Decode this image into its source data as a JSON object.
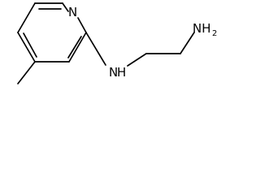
{
  "molecule": {
    "ring_nitrogen": "N",
    "amine_nh": "H",
    "amine_n": "N",
    "terminal_amine": "NH",
    "terminal_amine_subscript": "2"
  }
}
